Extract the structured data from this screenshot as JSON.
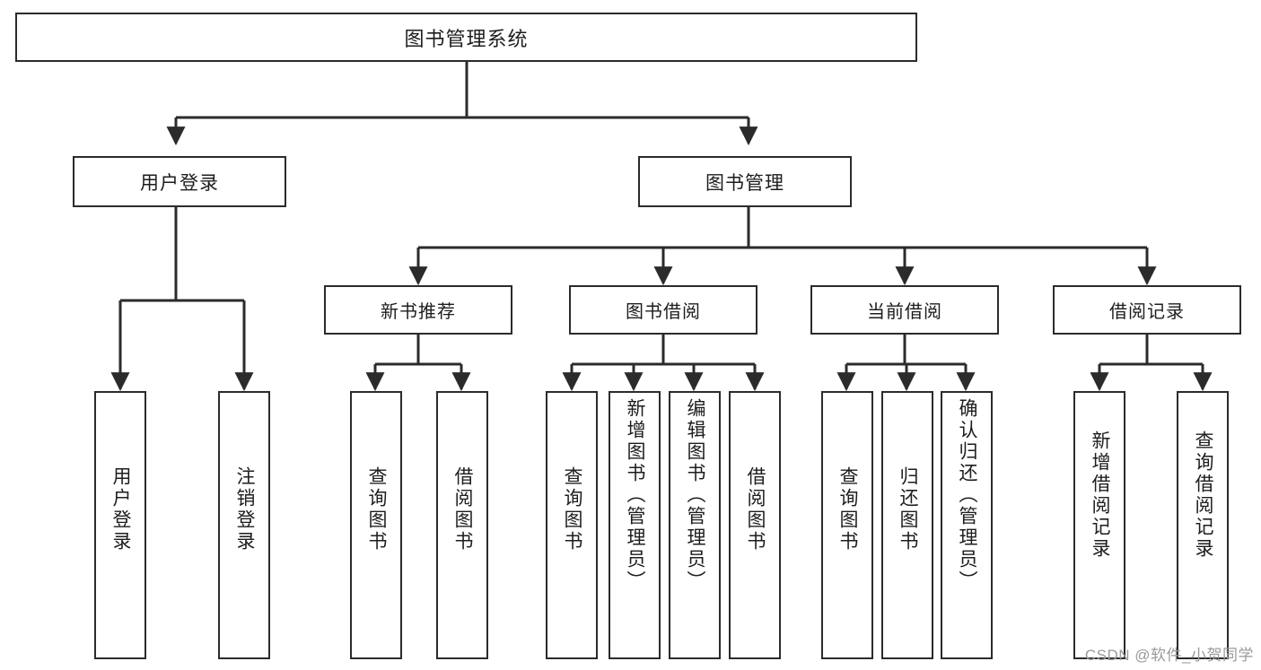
{
  "diagram": {
    "title": "图书管理系统",
    "type": "tree-hierarchy-diagram",
    "colors": {
      "stroke": "#2b2b2b",
      "fill": "#ffffff",
      "text": "#1d1d1d",
      "watermark": "#9a9a9a"
    },
    "root": {
      "id": "root",
      "label": "图书管理系统"
    },
    "level2": [
      {
        "id": "user-login",
        "label": "用户登录"
      },
      {
        "id": "book-management",
        "label": "图书管理"
      }
    ],
    "level3": [
      {
        "id": "new-book-recommend",
        "label": "新书推荐",
        "parent": "book-management"
      },
      {
        "id": "book-borrow",
        "label": "图书借阅",
        "parent": "book-management"
      },
      {
        "id": "current-borrow",
        "label": "当前借阅",
        "parent": "book-management"
      },
      {
        "id": "borrow-record",
        "label": "借阅记录",
        "parent": "book-management"
      }
    ],
    "leaves": [
      {
        "id": "leaf-user-login",
        "label": "用户登录",
        "parent": "user-login"
      },
      {
        "id": "leaf-logout-login",
        "label": "注销登录",
        "parent": "user-login"
      },
      {
        "id": "leaf-query-book-1",
        "label": "查询图书",
        "parent": "new-book-recommend"
      },
      {
        "id": "leaf-borrow-book-1",
        "label": "借阅图书",
        "parent": "new-book-recommend"
      },
      {
        "id": "leaf-query-book-2",
        "label": "查询图书",
        "parent": "book-borrow"
      },
      {
        "id": "leaf-add-book",
        "label": "新增图书（管理员）",
        "parent": "book-borrow"
      },
      {
        "id": "leaf-edit-book",
        "label": "编辑图书（管理员）",
        "parent": "book-borrow"
      },
      {
        "id": "leaf-borrow-book-2",
        "label": "借阅图书",
        "parent": "book-borrow"
      },
      {
        "id": "leaf-query-book-3",
        "label": "查询图书",
        "parent": "current-borrow"
      },
      {
        "id": "leaf-return-book",
        "label": "归还图书",
        "parent": "current-borrow"
      },
      {
        "id": "leaf-confirm-return",
        "label": "确认归还（管理员）",
        "parent": "current-borrow"
      },
      {
        "id": "leaf-add-record",
        "label": "新增借阅记录",
        "parent": "borrow-record"
      },
      {
        "id": "leaf-query-record",
        "label": "查询借阅记录",
        "parent": "borrow-record"
      }
    ]
  },
  "watermark": {
    "text": "CSDN @软件_小贺同学"
  }
}
